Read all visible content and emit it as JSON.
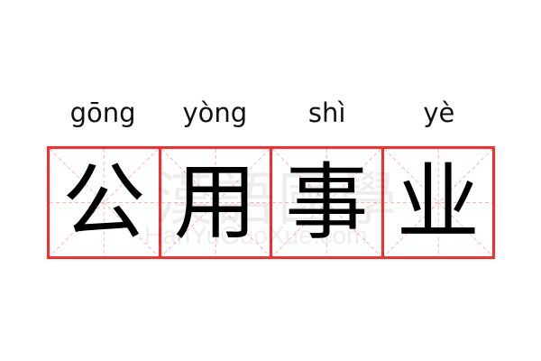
{
  "word": [
    {
      "pinyin": "gōng",
      "hanzi": "公"
    },
    {
      "pinyin": "yòng",
      "hanzi": "用"
    },
    {
      "pinyin": "shì",
      "hanzi": "事"
    },
    {
      "pinyin": "yè",
      "hanzi": "业"
    }
  ],
  "watermark": {
    "cn": "漢語國學",
    "en": "HanYuGuoXue.com"
  },
  "colors": {
    "grid_border": "#ff2b2b",
    "guide_lines": "#ffb3b3",
    "text": "#000000"
  }
}
